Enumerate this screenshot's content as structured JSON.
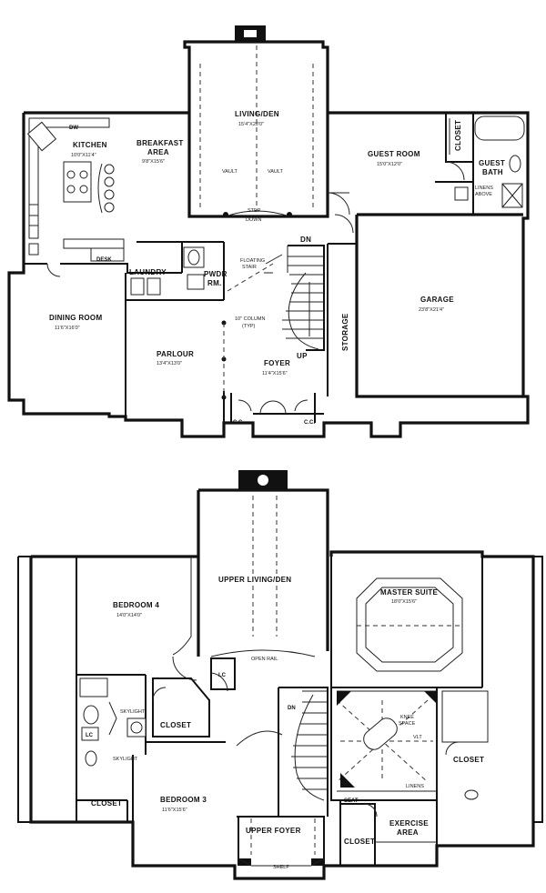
{
  "first_floor": {
    "kitchen": {
      "name": "KITCHEN",
      "dims": "10'0\"X11'4\""
    },
    "breakfast": {
      "name1": "BREAKFAST",
      "name2": "AREA",
      "dims": "9'8\"X15'6\""
    },
    "living": {
      "name": "LIVING/DEN",
      "dims": "15'4\"X20'0\"",
      "vault_left": "VAULT",
      "vault_right": "VAULT",
      "step1": "STEP",
      "step2": "DOWN"
    },
    "guest_room": {
      "name": "GUEST ROOM",
      "dims": "15'0\"X12'0\""
    },
    "closet": "CLOSET",
    "guest_bath": {
      "name1": "GUEST",
      "name2": "BATH"
    },
    "linens": {
      "l1": "LINENS",
      "l2": "ABOVE"
    },
    "dw": "DW",
    "desk": "DESK",
    "laundry": "LAUNDRY",
    "pwdr": {
      "l1": "PWDR",
      "l2": "RM."
    },
    "floating": {
      "l1": "FLOATING",
      "l2": "STAIR"
    },
    "dn": "DN",
    "up": "UP",
    "dining": {
      "name": "DINING ROOM",
      "dims": "11'6\"X16'0\""
    },
    "parlour": {
      "name": "PARLOUR",
      "dims": "13'4\"X13'0\""
    },
    "column": {
      "l1": "10\" COLUMN",
      "l2": "(TYP)"
    },
    "foyer": {
      "name": "FOYER",
      "dims": "11'4\"X15'6\""
    },
    "cc_left": "C.C.",
    "cc_right": "C.C.",
    "storage": "STORAGE",
    "garage": {
      "name": "GARAGE",
      "dims": "23'8\"X21'4\""
    }
  },
  "second_floor": {
    "upper_living": "UPPER LIVING/DEN",
    "bedroom4": {
      "name": "BEDROOM 4",
      "dims": "14'0\"X14'0\""
    },
    "master": {
      "name": "MASTER SUITE",
      "dims": "18'0\"X15'6\""
    },
    "lc1": "LC",
    "lc2": "LC",
    "open_rail": "OPEN RAIL",
    "skylight1": "SKYLIGHT",
    "skylight2": "SKYLIGHT",
    "closet_b4": "CLOSET",
    "closet_left": "CLOSET",
    "closet_master": "CLOSET",
    "closet_seat": "CLOSET",
    "dn": "DN",
    "knee": {
      "l1": "KNEE",
      "l2": "SPACE"
    },
    "vlt": "VLT",
    "linens": "LINENS",
    "seat": "SEAT",
    "bedroom3": {
      "name": "BEDROOM 3",
      "dims": "11'6\"X15'6\""
    },
    "upper_foyer": "UPPER FOYER",
    "shelf": "SHELF",
    "exercise": {
      "l1": "EXERCISE",
      "l2": "AREA"
    }
  }
}
